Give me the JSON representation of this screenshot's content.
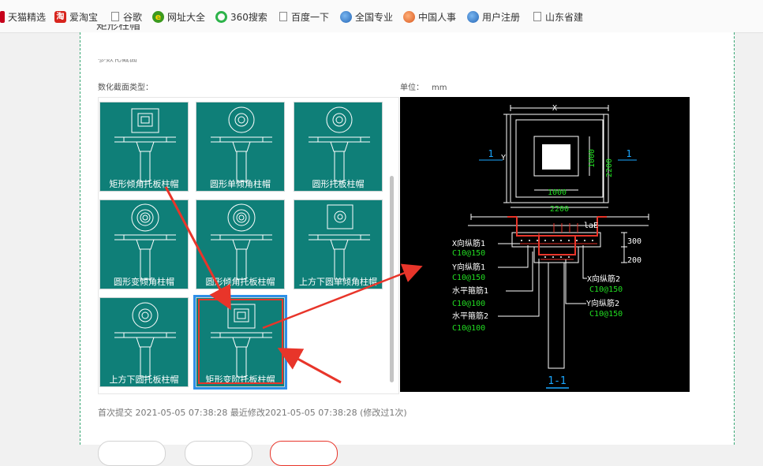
{
  "bookmarks": [
    {
      "label": "天猫精选",
      "icon": "tmall-icon"
    },
    {
      "label": "爱淘宝",
      "icon": "taobao-icon"
    },
    {
      "label": "谷歌",
      "icon": "page-icon"
    },
    {
      "label": "网址大全",
      "icon": "web-directory-icon"
    },
    {
      "label": "360搜索",
      "icon": "360-search-icon"
    },
    {
      "label": "百度一下",
      "icon": "page-icon"
    },
    {
      "label": "全国专业",
      "icon": "globe-icon"
    },
    {
      "label": "中国人事",
      "icon": "orange-globe-icon"
    },
    {
      "label": "用户注册",
      "icon": "globe-icon"
    },
    {
      "label": "山东省建",
      "icon": "page-icon"
    }
  ],
  "form": {
    "section_label": "数化截面类型：",
    "unit_label": "单位：",
    "unit_value": "mm"
  },
  "tiles": [
    {
      "label": "矩形倾角托板柱帽",
      "head": "square"
    },
    {
      "label": "圆形单倾角柱帽",
      "head": "circle"
    },
    {
      "label": "圆形托板柱帽",
      "head": "circle"
    },
    {
      "label": "圆形变倾角柱帽",
      "head": "double-circle"
    },
    {
      "label": "圆形倾角托板柱帽",
      "head": "double-circle"
    },
    {
      "label": "上方下圆单倾角柱帽",
      "head": "square-circle"
    },
    {
      "label": "上方下圆托板柱帽",
      "head": "circle"
    },
    {
      "label": "矩形变阶托板柱帽",
      "head": "square",
      "selected": true
    }
  ],
  "preview": {
    "dim_x": "X",
    "dim_y": "Y",
    "dim_2200_top": "2200",
    "dim_1000_side": "1000",
    "dim_1000_bottom": "1000",
    "dim_2200_bottom": "2200",
    "section_mark": "1",
    "lae": "laE",
    "dim_300": "300",
    "dim_200": "200",
    "x_rebar_1": "X向纵筋1",
    "x_rebar_1_val": "C10@150",
    "y_rebar_1": "Y向纵筋1",
    "y_rebar_1_val": "C10@150",
    "stirrup_1": "水平箍筋1",
    "stirrup_1_val": "C10@100",
    "stirrup_2": "水平箍筋2",
    "stirrup_2_val": "C10@100",
    "x_rebar_2": "X向纵筋2",
    "x_rebar_2_val": "C10@150",
    "y_rebar_2": "Y向纵筋2",
    "y_rebar_2_val": "C10@150",
    "section_title": "1-1"
  },
  "meta": {
    "text": "首次提交 2021-05-05 07:38:28  最近修改2021-05-05 07:38:28 (修改过1次)"
  },
  "colors": {
    "tile_bg": "#0f7f78",
    "annotation_red": "#e8352a",
    "selection_blue": "#2e8fe8",
    "cad_green": "#22dd22"
  }
}
